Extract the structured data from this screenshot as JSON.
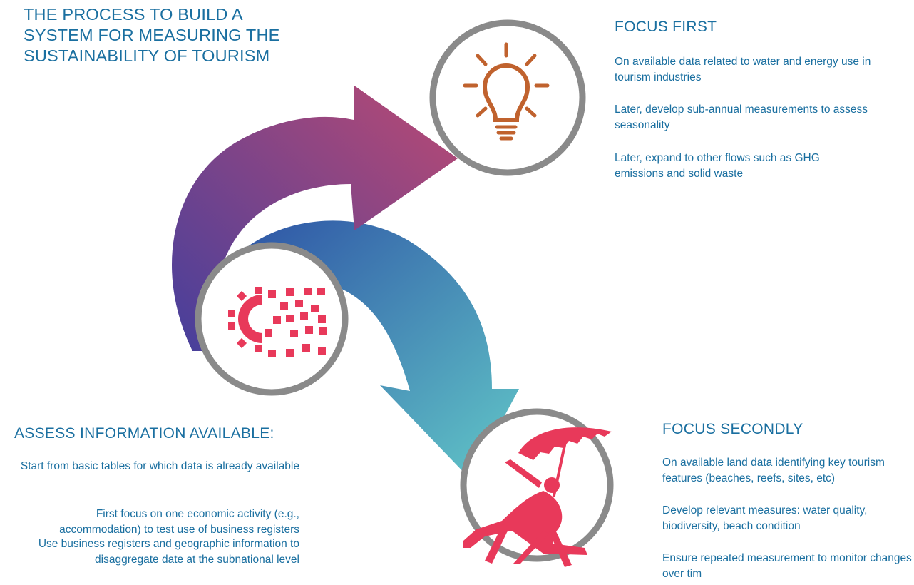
{
  "title": "THE PROCESS TO BUILD A\nSYSTEM FOR MEASURING THE\nSUSTAINABILITY OF TOURISM",
  "focus_first": {
    "heading": "FOCUS FIRST",
    "items": [
      "On available data related to water and energy use in tourism industries",
      "Later, develop sub-annual measurements to assess seasonality",
      "Later, expand to other flows such as GHG emissions and solid waste"
    ]
  },
  "assess": {
    "heading": "ASSESS INFORMATION AVAILABLE:",
    "items": [
      "Start from basic tables for which data is already available",
      "First focus on one economic activity (e.g., accommodation) to test use of business registers",
      "Use business registers and geographic information to disaggregate date at the subnational level"
    ]
  },
  "focus_second": {
    "heading": "FOCUS SECONDLY",
    "items": [
      "On available land data identifying key tourism features (beaches, reefs, sites, etc)",
      "Develop relevant measures: water quality, biodiversity, beach condition",
      "Ensure repeated measurement to monitor changes over tim"
    ]
  },
  "icons": [
    "lightbulb-icon",
    "gear-data-icon",
    "beach-chair-person-icon"
  ],
  "colors": {
    "text": "#1a6fa0",
    "circle_ring": "#8a8a8a",
    "lightbulb": "#c0622e",
    "accent_red": "#e8395a",
    "arrow_top_start": "#4a3f9a",
    "arrow_top_end": "#b04a78",
    "arrow_bottom_start": "#2f5aa8",
    "arrow_bottom_end": "#5ec5c8"
  }
}
